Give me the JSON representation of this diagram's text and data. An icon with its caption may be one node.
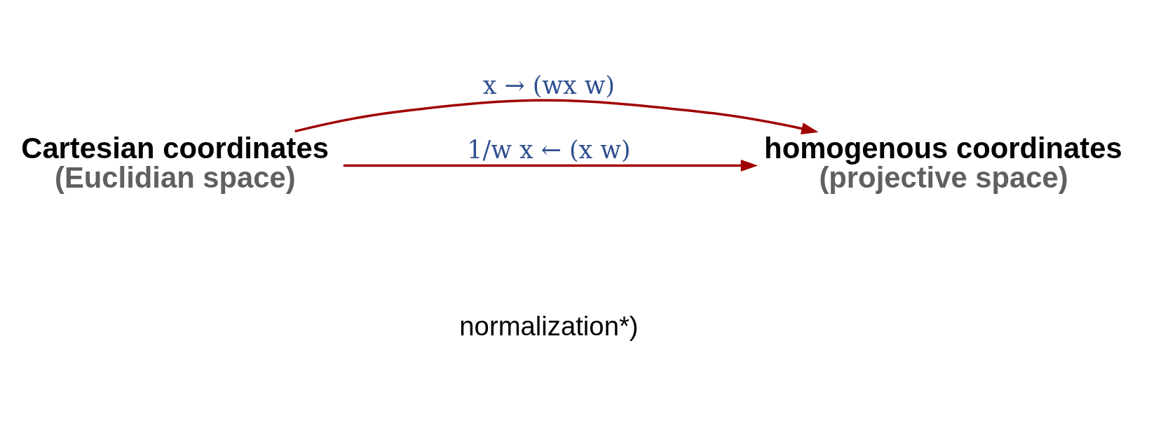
{
  "diagram": {
    "nodes": [
      {
        "text": [
          "Cartesian coordinates",
          "(Euclidian space)"
        ]
      },
      {
        "text": [
          "homogenous coordinates",
          "(projective space)"
        ]
      }
    ],
    "edges": [
      {
        "from": 0,
        "to": 1,
        "arrow": "to",
        "label": "x → (wx w)"
      },
      {
        "from": 0,
        "to": 1,
        "arrow": "to",
        "label": "1/w x ← (x w)"
      }
    ],
    "labels": [
      "normalization*)"
    ]
  }
}
